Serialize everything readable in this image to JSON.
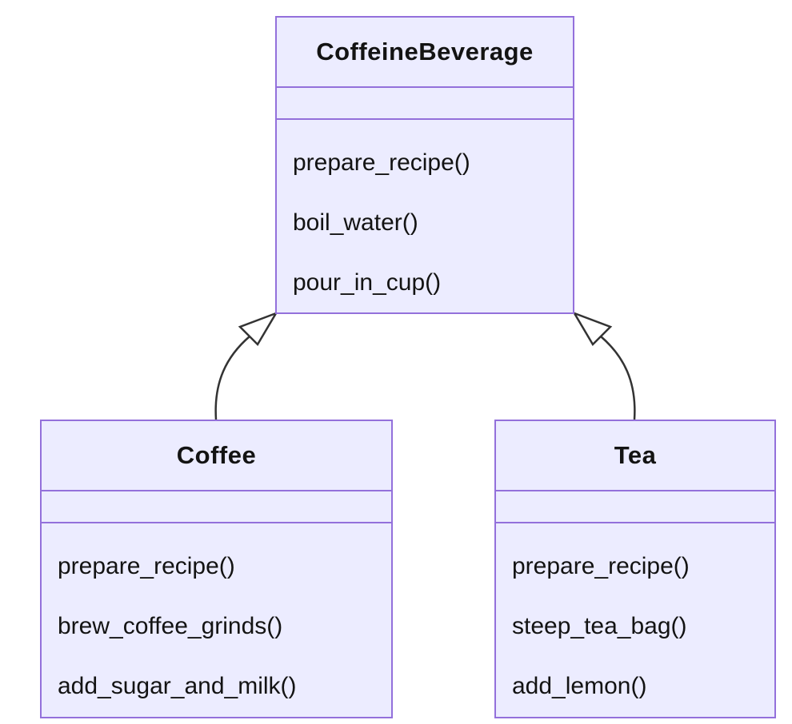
{
  "diagram": {
    "type": "uml-class-diagram",
    "classes": [
      {
        "name": "CoffeineBeverage",
        "attributes": [],
        "methods": [
          "prepare_recipe()",
          "boil_water()",
          "pour_in_cup()"
        ]
      },
      {
        "name": "Coffee",
        "attributes": [],
        "methods": [
          "prepare_recipe()",
          "brew_coffee_grinds()",
          "add_sugar_and_milk()"
        ]
      },
      {
        "name": "Tea",
        "attributes": [],
        "methods": [
          "prepare_recipe()",
          "steep_tea_bag()",
          "add_lemon()"
        ]
      }
    ],
    "relations": [
      {
        "from": "Coffee",
        "to": "CoffeineBeverage",
        "type": "inheritance"
      },
      {
        "from": "Tea",
        "to": "CoffeineBeverage",
        "type": "inheritance"
      }
    ],
    "colors": {
      "box_fill": "#ECECFF",
      "box_border": "#9370DB",
      "arrow_line": "#333333",
      "arrowhead_fill": "#FFFFFF",
      "text": "#131313",
      "background": "#FFFFFF"
    }
  }
}
